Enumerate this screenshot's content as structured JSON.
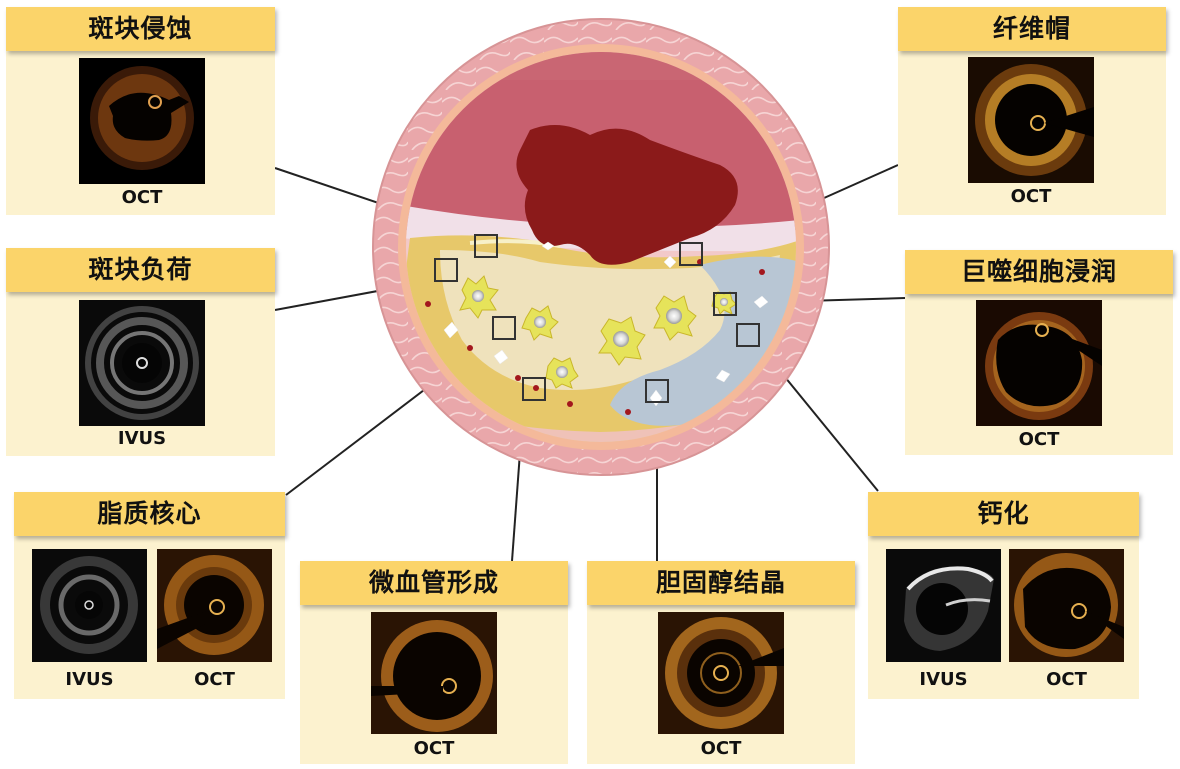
{
  "panels": {
    "plaque_erosion": {
      "title": "斑块侵蚀",
      "captions": [
        "OCT"
      ]
    },
    "fibrous_cap": {
      "title": "纤维帽",
      "captions": [
        "OCT"
      ]
    },
    "plaque_burden": {
      "title": "斑块负荷",
      "captions": [
        "IVUS"
      ]
    },
    "macrophage_infiltration": {
      "title": "巨噬细胞浸润",
      "captions": [
        "OCT"
      ]
    },
    "lipid_core": {
      "title": "脂质核心",
      "captions": [
        "IVUS",
        "OCT"
      ]
    },
    "microvessel_formation": {
      "title": "微血管形成",
      "captions": [
        "OCT"
      ]
    },
    "cholesterol_crystal": {
      "title": "胆固醇结晶",
      "captions": [
        "OCT"
      ]
    },
    "calcification": {
      "title": "钙化",
      "captions": [
        "IVUS",
        "OCT"
      ]
    }
  },
  "colors": {
    "title_bar": "#fbd46a",
    "panel_bg": "#fcf2cf",
    "adventitia": "#e9a7aa",
    "media": "#f4b99a",
    "thrombus": "#8b1a1a",
    "lumen": "#c8606f",
    "lipid": "#efe2bc",
    "calcium": "#b8c6d4",
    "cap_yellow": "#f2c94c"
  },
  "icons": {
    "oct_scan": "oct-scan-icon",
    "ivus_scan": "ivus-scan-icon"
  }
}
